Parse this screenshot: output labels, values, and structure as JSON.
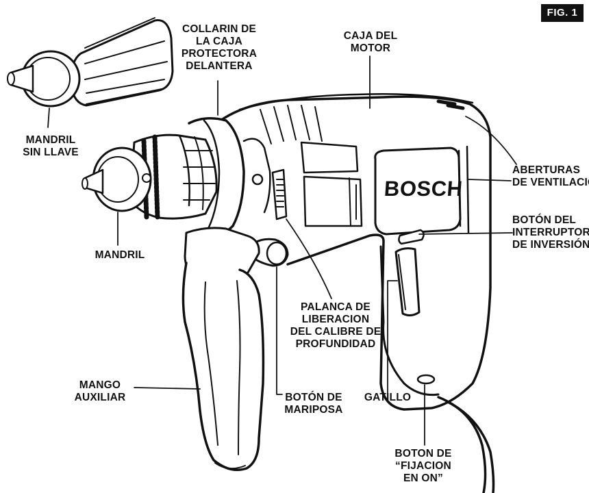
{
  "figure": {
    "tag": "FIG. 1"
  },
  "brand": "BOSCH",
  "labels": {
    "collarin": [
      "COLLARIN DE",
      "LA CAJA",
      "PROTECTORA",
      "DELANTERA"
    ],
    "caja_motor": [
      "CAJA DEL",
      "MOTOR"
    ],
    "mandril_sin_llave": [
      "MANDRIL",
      "SIN LLAVE"
    ],
    "aberturas": [
      "ABERTURAS",
      "DE VENTILACION"
    ],
    "boton_interruptor": [
      "BOTÓN DEL",
      "INTERRUPTOR",
      "DE INVERSIÓN"
    ],
    "mandril": [
      "MANDRIL"
    ],
    "palanca": [
      "PALANCA DE",
      "LIBERACION",
      "DEL CALIBRE DE",
      "PROFUNDIDAD"
    ],
    "mango": [
      "MANGO",
      "AUXILIAR"
    ],
    "boton_mariposa": [
      "BOTÓN DE",
      "MARIPOSA"
    ],
    "gatillo": [
      "GATILLO"
    ],
    "boton_fijacion": [
      "BOTON DE",
      "“FIJACION",
      "EN ON”"
    ]
  }
}
